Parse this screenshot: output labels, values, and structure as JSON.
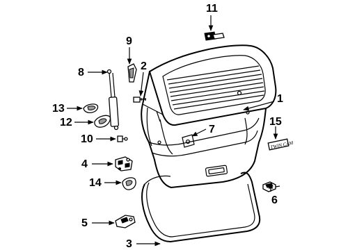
{
  "diagram": {
    "callouts": [
      {
        "id": "c1",
        "text": "1"
      },
      {
        "id": "c2",
        "text": "2"
      },
      {
        "id": "c3",
        "text": "3"
      },
      {
        "id": "c4",
        "text": "4"
      },
      {
        "id": "c5",
        "text": "5"
      },
      {
        "id": "c6",
        "text": "6"
      },
      {
        "id": "c7",
        "text": "7"
      },
      {
        "id": "c8",
        "text": "8"
      },
      {
        "id": "c9",
        "text": "9"
      },
      {
        "id": "c10",
        "text": "10"
      },
      {
        "id": "c11",
        "text": "11"
      },
      {
        "id": "c12",
        "text": "12"
      },
      {
        "id": "c13",
        "text": "13"
      },
      {
        "id": "c14",
        "text": "14"
      },
      {
        "id": "c15",
        "text": "15"
      }
    ],
    "emblem_text": "TWIN CAM"
  }
}
